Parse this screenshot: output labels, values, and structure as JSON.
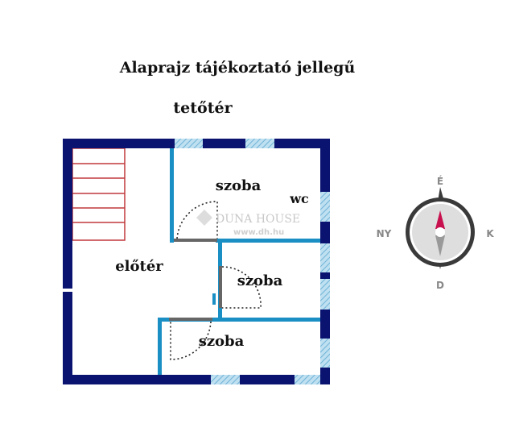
{
  "header": {
    "title": "Alaprajz tájékoztató jellegű",
    "floor": "tetőtér"
  },
  "rooms": [
    {
      "label": "szoba"
    },
    {
      "label": "wc"
    },
    {
      "label": "előtér"
    },
    {
      "label": "szoba"
    },
    {
      "label": "szoba"
    }
  ],
  "watermark": {
    "brand": "DUNA HOUSE",
    "url": "www.dh.hu"
  },
  "compass": {
    "north": "É",
    "west": "NY",
    "east": "K",
    "south": "D"
  },
  "colors": {
    "outer_wall": "#0a1470",
    "inner_wall": "#1a8fc4",
    "window": "#9fcde6",
    "stairs": "#c0393b",
    "needle": "#c8104e"
  }
}
